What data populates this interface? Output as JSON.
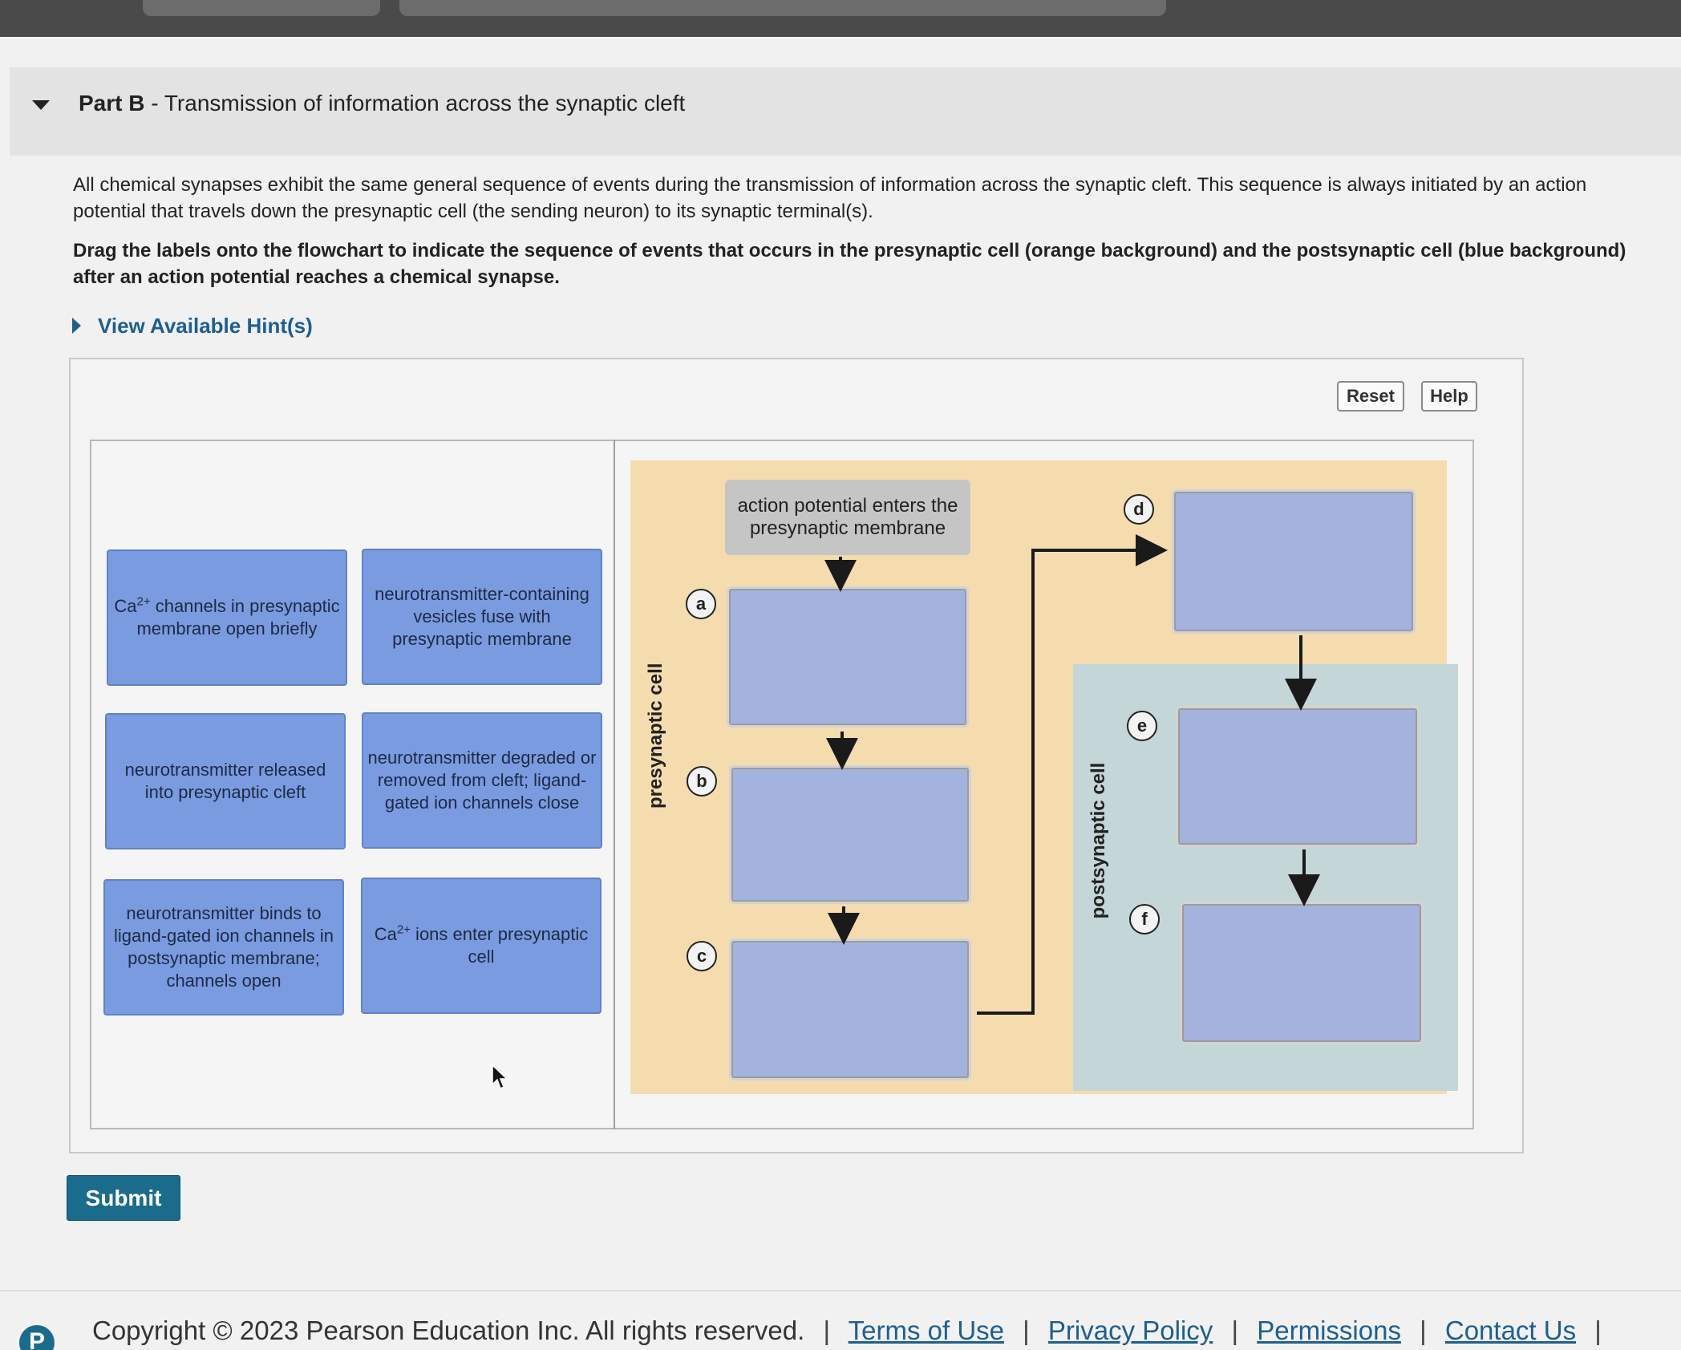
{
  "part": {
    "prefix": "Part B",
    "dash": " - ",
    "title": "Transmission of information across the synaptic cleft"
  },
  "instructions": {
    "intro": "All chemical synapses exhibit the same general sequence of events during the transmission of information across the synaptic cleft. This sequence is always initiated by an action potential that travels down the presynaptic cell (the sending neuron) to its synaptic terminal(s).",
    "task": "Drag the labels onto the flowchart to indicate the sequence of events that occurs in the presynaptic cell (orange background) and the postsynaptic cell (blue background) after an action potential reaches a chemical synapse."
  },
  "hint_link": "View Available Hint(s)",
  "controls": {
    "reset": "Reset",
    "help": "Help"
  },
  "labels": {
    "ca_channels": {
      "pre": "Ca",
      "sup": "2+",
      "post": " channels in presynaptic membrane open briefly"
    },
    "vesicles_fuse": "neurotransmitter-containing vesicles fuse with presynaptic membrane",
    "nt_released": "neurotransmitter released into presynaptic cleft",
    "nt_degraded": "neurotransmitter degraded or removed from cleft; ligand-gated ion channels close",
    "nt_binds": "neurotransmitter binds to ligand-gated ion channels in postsynaptic membrane; channels open",
    "ca_ions": {
      "pre": "Ca",
      "sup": "2+",
      "post": " ions enter presynaptic cell"
    }
  },
  "flowchart": {
    "start_box": "action potential enters the presynaptic membrane",
    "presynaptic_label": "presynaptic cell",
    "postsynaptic_label": "postsynaptic cell",
    "targets": [
      "a",
      "b",
      "c",
      "d",
      "e",
      "f"
    ]
  },
  "submit": "Submit",
  "footer": {
    "copyright": "Copyright © 2023  Pearson Education Inc. All rights reserved.",
    "links": [
      "Terms of Use",
      "Privacy Policy",
      "Permissions",
      "Contact Us"
    ]
  },
  "colors": {
    "label_tile": "#7b9be0",
    "drop_target": "#a3b3dd",
    "presynaptic_bg": "#f5dcaf",
    "postsynaptic_bg": "#c4d6d8",
    "submit_bg": "#1b6b8c",
    "link": "#1e5f8f"
  }
}
